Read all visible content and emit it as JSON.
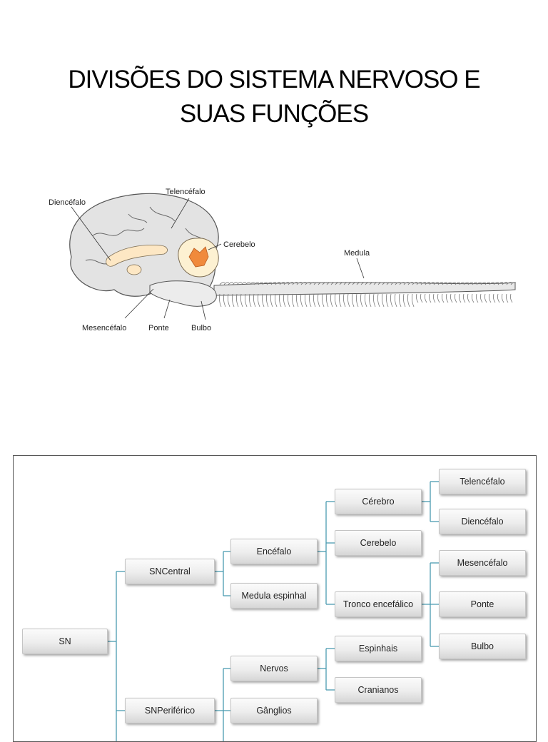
{
  "title": {
    "line1": "DIVISÕES DO SISTEMA NERVOSO E",
    "line2": "SUAS FUNÇÕES"
  },
  "illustration": {
    "labels": {
      "diencefalo": "Diencéfalo",
      "telencefalo": "Telencéfalo",
      "cerebelo": "Cerebelo",
      "medula": "Medula",
      "mesencefalo": "Mesencéfalo",
      "ponte": "Ponte",
      "bulbo": "Bulbo"
    },
    "colors": {
      "brain_fill": "#e3e3e3",
      "diencephalon_fill": "#fde7c4",
      "cerebellum_fill": "#fdf1d2",
      "cerebellum_core": "#f08a3c"
    }
  },
  "hierarchy": {
    "sn": "SN",
    "sncentral": "SNCentral",
    "snperiferico": "SNPeriférico",
    "encefalo": "Encéfalo",
    "medula_espinhal": "Medula espinhal",
    "nervos": "Nervos",
    "ganglios": "Gânglios",
    "cerebro": "Cérebro",
    "cerebelo": "Cerebelo",
    "tronco_encefalico": "Tronco encefálico",
    "espinhais": "Espinhais",
    "cranianos": "Cranianos",
    "telencefalo": "Telencéfalo",
    "diencefalo": "Diencéfalo",
    "mesencefalo": "Mesencéfalo",
    "ponte": "Ponte",
    "bulbo": "Bulbo",
    "connector_color": "#4a9bb0"
  }
}
